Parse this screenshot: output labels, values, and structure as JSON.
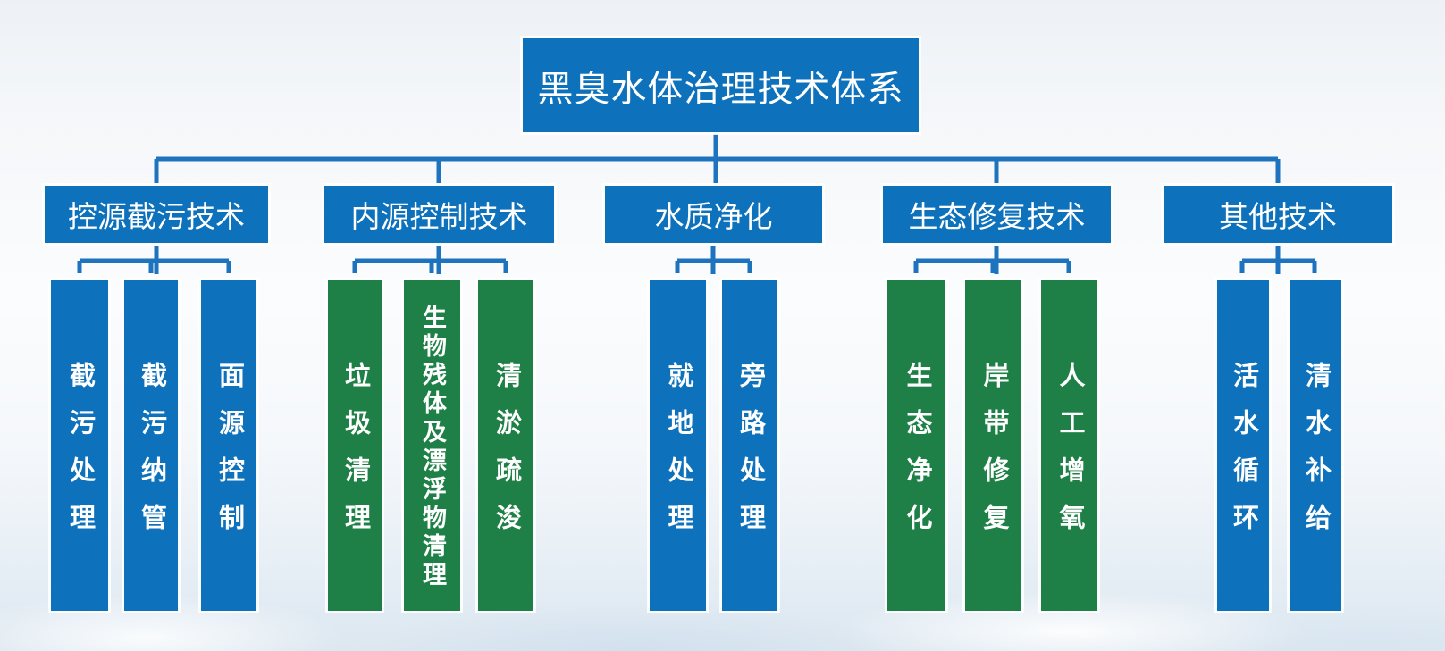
{
  "title": {
    "label": "黑臭水体治理技术体系"
  },
  "colors": {
    "blue": "#0d71bc",
    "green": "#1e8046",
    "connector": "#1e73be",
    "text": "#ffffff"
  },
  "branches": [
    {
      "label": "控源截污技术",
      "children": [
        {
          "label": "截污处理",
          "color": "blue"
        },
        {
          "label": "截污纳管",
          "color": "blue"
        },
        {
          "label": "面源控制",
          "color": "blue"
        }
      ]
    },
    {
      "label": "内源控制技术",
      "children": [
        {
          "label": "垃圾清理",
          "color": "green"
        },
        {
          "label": "生物残体及漂浮物清理",
          "color": "green"
        },
        {
          "label": "清淤疏浚",
          "color": "green"
        }
      ]
    },
    {
      "label": "水质净化",
      "children": [
        {
          "label": "就地处理",
          "color": "blue"
        },
        {
          "label": "旁路处理",
          "color": "blue"
        }
      ]
    },
    {
      "label": "生态修复技术",
      "children": [
        {
          "label": "生态净化",
          "color": "green"
        },
        {
          "label": "岸带修复",
          "color": "green"
        },
        {
          "label": "人工增氧",
          "color": "green"
        }
      ]
    },
    {
      "label": "其他技术",
      "children": [
        {
          "label": "活水循环",
          "color": "blue"
        },
        {
          "label": "清水补给",
          "color": "blue"
        }
      ]
    }
  ]
}
